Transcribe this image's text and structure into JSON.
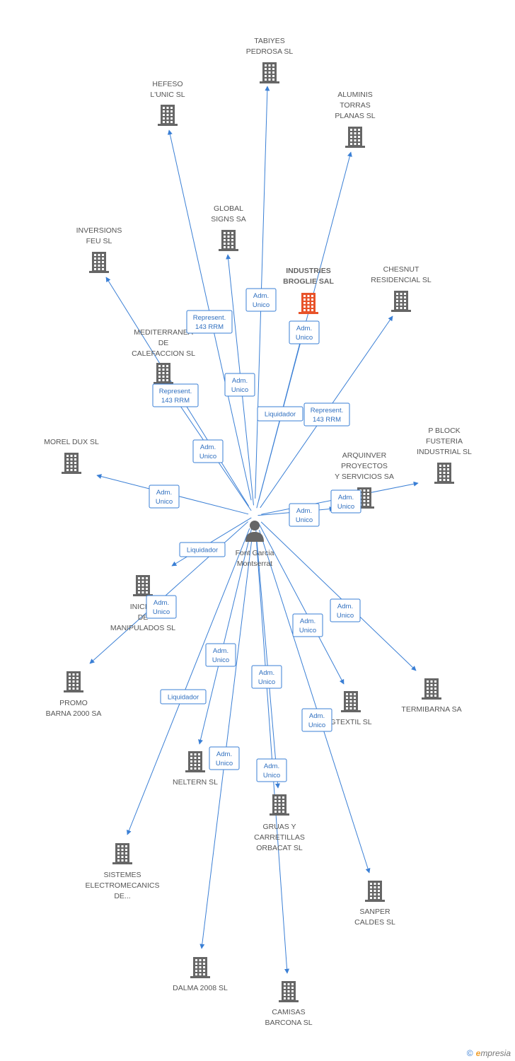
{
  "colors": {
    "edge": "#3a7fd5",
    "building": "#666666",
    "focus_building": "#e8532a",
    "person": "#666666"
  },
  "center": {
    "label_lines": [
      "Font Garcia",
      "Montserrat"
    ],
    "icon": "person-icon"
  },
  "nodes": [
    {
      "id": "tabiyes",
      "lines": [
        "TABIYES",
        "PEDROSA SL"
      ],
      "icon": "building-icon"
    },
    {
      "id": "hefeso",
      "lines": [
        "HEFESO",
        "L'UNIC SL"
      ],
      "icon": "building-icon"
    },
    {
      "id": "aluminis",
      "lines": [
        "ALUMINIS",
        "TORRAS",
        "PLANAS SL"
      ],
      "icon": "building-icon"
    },
    {
      "id": "global",
      "lines": [
        "GLOBAL",
        "SIGNS SA"
      ],
      "icon": "building-icon"
    },
    {
      "id": "inversions",
      "lines": [
        "INVERSIONS",
        "FEU SL"
      ],
      "icon": "building-icon"
    },
    {
      "id": "industries",
      "lines": [
        "INDUSTRIES",
        "BROGLIE SAL"
      ],
      "icon": "building-icon",
      "focus": true
    },
    {
      "id": "chesnut",
      "lines": [
        "CHESNUT",
        "RESIDENCIAL SL"
      ],
      "icon": "building-icon"
    },
    {
      "id": "mediterranea",
      "lines": [
        "MEDITERRANEA",
        "DE",
        "CALEFACCION SL"
      ],
      "icon": "building-icon"
    },
    {
      "id": "morel",
      "lines": [
        "MOREL DUX SL"
      ],
      "icon": "building-icon"
    },
    {
      "id": "pblock",
      "lines": [
        "P BLOCK",
        "FUSTERIA",
        "INDUSTRIAL SL"
      ],
      "icon": "building-icon"
    },
    {
      "id": "arquinver",
      "lines": [
        "ARQUINVER",
        "PROYECTOS",
        "Y SERVICIOS SA"
      ],
      "icon": "building-icon"
    },
    {
      "id": "iniciat",
      "lines": [
        "INICIAT",
        "DE",
        "MANIPULADOS SL"
      ],
      "icon": "building-icon"
    },
    {
      "id": "promo",
      "lines": [
        "PROMO",
        "BARNA 2000 SA"
      ],
      "icon": "building-icon"
    },
    {
      "id": "termibarna",
      "lines": [
        "TERMIBARNA SA"
      ],
      "icon": "building-icon"
    },
    {
      "id": "gtextil",
      "lines": [
        "GTEXTIL SL"
      ],
      "icon": "building-icon"
    },
    {
      "id": "neltern",
      "lines": [
        "NELTERN SL"
      ],
      "icon": "building-icon"
    },
    {
      "id": "gruas",
      "lines": [
        "GRUAS Y",
        "CARRETILLAS",
        "ORBACAT SL"
      ],
      "icon": "building-icon"
    },
    {
      "id": "sistemes",
      "lines": [
        "SISTEMES",
        "ELECTROMECANICS",
        "DE..."
      ],
      "icon": "building-icon"
    },
    {
      "id": "sanper",
      "lines": [
        "SANPER",
        "CALDES SL"
      ],
      "icon": "building-icon"
    },
    {
      "id": "dalma",
      "lines": [
        "DALMA 2008 SL"
      ],
      "icon": "building-icon"
    },
    {
      "id": "camisas",
      "lines": [
        "CAMISAS",
        "BARCONA SL"
      ],
      "icon": "building-icon"
    }
  ],
  "relations": [
    {
      "id": "r-global",
      "target": "global",
      "lines": [
        "Adm.",
        "Unico"
      ]
    },
    {
      "id": "r-hefeso",
      "target": "hefeso",
      "lines": [
        "Represent.",
        "143 RRM"
      ]
    },
    {
      "id": "r-industries",
      "target": "industries",
      "lines": [
        "Adm.",
        "Unico"
      ]
    },
    {
      "id": "r-tabiyes",
      "target": "tabiyes",
      "lines": [
        "Adm.",
        "Unico"
      ]
    },
    {
      "id": "r-inversions",
      "target": "inversions",
      "lines": [
        "Represent.",
        "143 RRM"
      ]
    },
    {
      "id": "r-aluminis",
      "target": "aluminis",
      "lines": [
        "Liquidador"
      ]
    },
    {
      "id": "r-chesnut",
      "target": "chesnut",
      "lines": [
        "Represent.",
        "143 RRM"
      ]
    },
    {
      "id": "r-mediterranea",
      "target": "mediterranea",
      "lines": [
        "Adm.",
        "Unico"
      ]
    },
    {
      "id": "r-morel",
      "target": "morel",
      "lines": [
        "Adm.",
        "Unico"
      ]
    },
    {
      "id": "r-pblock",
      "target": "pblock",
      "lines": [
        "Adm.",
        "Unico"
      ]
    },
    {
      "id": "r-arquinver",
      "target": "arquinver",
      "lines": [
        "Adm.",
        "Unico"
      ]
    },
    {
      "id": "r-iniciat",
      "target": "iniciat",
      "lines": [
        "Liquidador"
      ]
    },
    {
      "id": "r-promo",
      "target": "promo",
      "lines": [
        "Adm.",
        "Unico"
      ]
    },
    {
      "id": "r-termibarna",
      "target": "termibarna",
      "lines": [
        "Adm.",
        "Unico"
      ]
    },
    {
      "id": "r-gtextil",
      "target": "gtextil",
      "lines": [
        "Adm.",
        "Unico"
      ]
    },
    {
      "id": "r-neltern",
      "target": "neltern",
      "lines": [
        "Adm.",
        "Unico"
      ]
    },
    {
      "id": "r-gruas",
      "target": "gruas",
      "lines": [
        "Adm.",
        "Unico"
      ]
    },
    {
      "id": "r-sistemes",
      "target": "sistemes",
      "lines": [
        "Liquidador"
      ]
    },
    {
      "id": "r-sanper",
      "target": "sanper",
      "lines": [
        "Adm.",
        "Unico"
      ]
    },
    {
      "id": "r-dalma",
      "target": "dalma",
      "lines": [
        "Adm.",
        "Unico"
      ]
    },
    {
      "id": "r-camisas",
      "target": "camisas",
      "lines": [
        "Adm.",
        "Unico"
      ]
    }
  ],
  "watermark": {
    "symbol": "©",
    "brand_initial": "e",
    "brand_rest": "mpresia"
  }
}
